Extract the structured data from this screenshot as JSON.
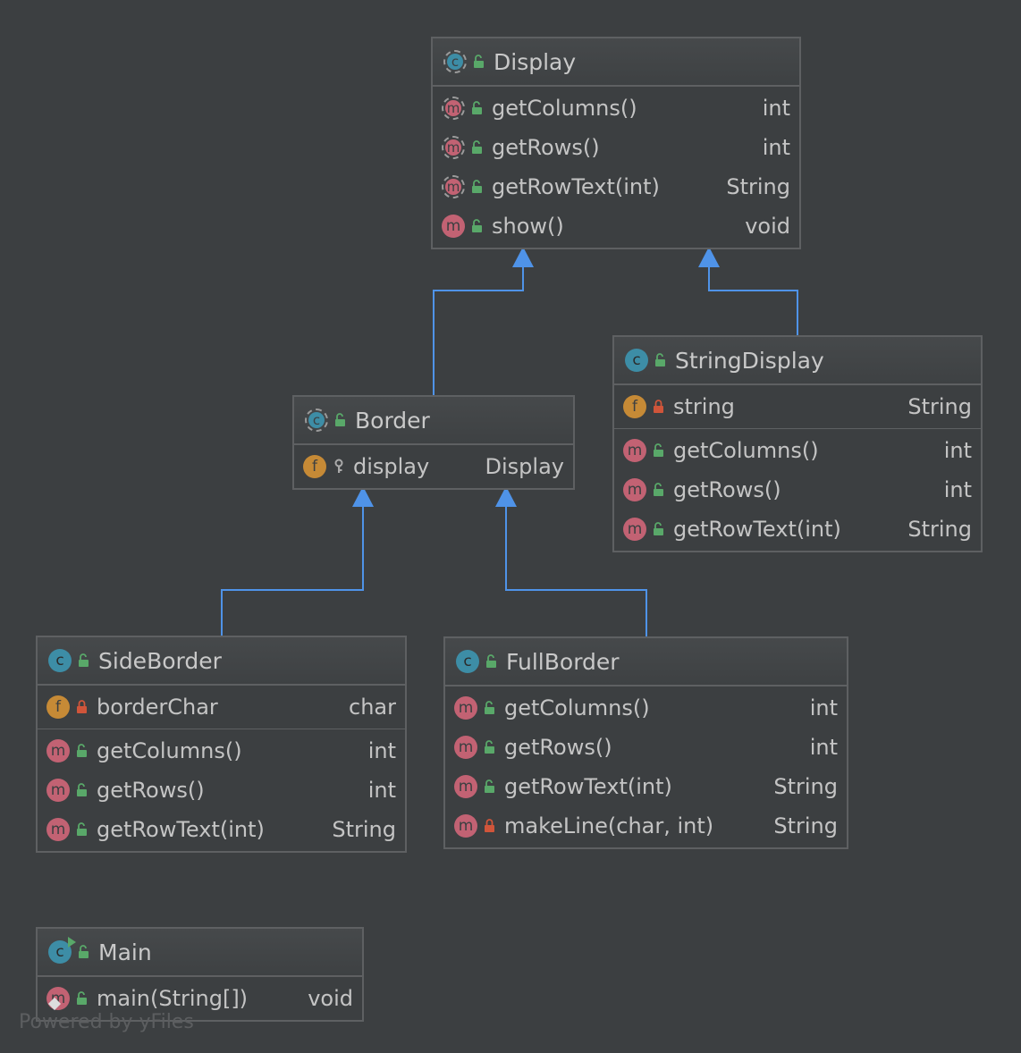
{
  "diagram": {
    "nodes": [
      {
        "id": "display",
        "name": "Display",
        "kind": "abstract-class",
        "sections": [
          [
            {
              "icon": "abstract-method-icon",
              "visibility": "public",
              "name": "getColumns()",
              "type": "int"
            },
            {
              "icon": "abstract-method-icon",
              "visibility": "public",
              "name": "getRows()",
              "type": "int"
            },
            {
              "icon": "abstract-method-icon",
              "visibility": "public",
              "name": "getRowText(int)",
              "type": "String"
            },
            {
              "icon": "method-icon",
              "visibility": "public",
              "name": "show()",
              "type": "void"
            }
          ]
        ]
      },
      {
        "id": "stringdisplay",
        "name": "StringDisplay",
        "kind": "class",
        "sections": [
          [
            {
              "icon": "field-icon",
              "visibility": "private",
              "name": "string",
              "type": "String"
            }
          ],
          [
            {
              "icon": "method-icon",
              "visibility": "public",
              "name": "getColumns()",
              "type": "int"
            },
            {
              "icon": "method-icon",
              "visibility": "public",
              "name": "getRows()",
              "type": "int"
            },
            {
              "icon": "method-icon",
              "visibility": "public",
              "name": "getRowText(int)",
              "type": "String"
            }
          ]
        ]
      },
      {
        "id": "border",
        "name": "Border",
        "kind": "abstract-class",
        "sections": [
          [
            {
              "icon": "field-icon",
              "visibility": "protected",
              "name": "display",
              "type": "Display"
            }
          ]
        ]
      },
      {
        "id": "sideborder",
        "name": "SideBorder",
        "kind": "class",
        "sections": [
          [
            {
              "icon": "field-icon",
              "visibility": "private",
              "name": "borderChar",
              "type": "char"
            }
          ],
          [
            {
              "icon": "method-icon",
              "visibility": "public",
              "name": "getColumns()",
              "type": "int"
            },
            {
              "icon": "method-icon",
              "visibility": "public",
              "name": "getRows()",
              "type": "int"
            },
            {
              "icon": "method-icon",
              "visibility": "public",
              "name": "getRowText(int)",
              "type": "String"
            }
          ]
        ]
      },
      {
        "id": "fullborder",
        "name": "FullBorder",
        "kind": "class",
        "sections": [
          [
            {
              "icon": "method-icon",
              "visibility": "public",
              "name": "getColumns()",
              "type": "int"
            },
            {
              "icon": "method-icon",
              "visibility": "public",
              "name": "getRows()",
              "type": "int"
            },
            {
              "icon": "method-icon",
              "visibility": "public",
              "name": "getRowText(int)",
              "type": "String"
            },
            {
              "icon": "method-icon",
              "visibility": "private",
              "name": "makeLine(char, int)",
              "type": "String"
            }
          ]
        ]
      },
      {
        "id": "main",
        "name": "Main",
        "kind": "runnable-class",
        "sections": [
          [
            {
              "icon": "static-method-icon",
              "visibility": "public",
              "name": "main(String[])",
              "type": "void"
            }
          ]
        ]
      }
    ],
    "edges": [
      {
        "from": "border",
        "to": "display",
        "type": "extends"
      },
      {
        "from": "stringdisplay",
        "to": "display",
        "type": "extends"
      },
      {
        "from": "sideborder",
        "to": "border",
        "type": "extends"
      },
      {
        "from": "fullborder",
        "to": "border",
        "type": "extends"
      }
    ]
  },
  "colors": {
    "background": "#3c3f41",
    "edge": "#4f93e8",
    "class_icon": "#3d8da6",
    "method_icon": "#c26273",
    "field_icon": "#c68a36",
    "public": "#59a869",
    "private": "#d0553a"
  },
  "watermark": "Powered by yFiles"
}
